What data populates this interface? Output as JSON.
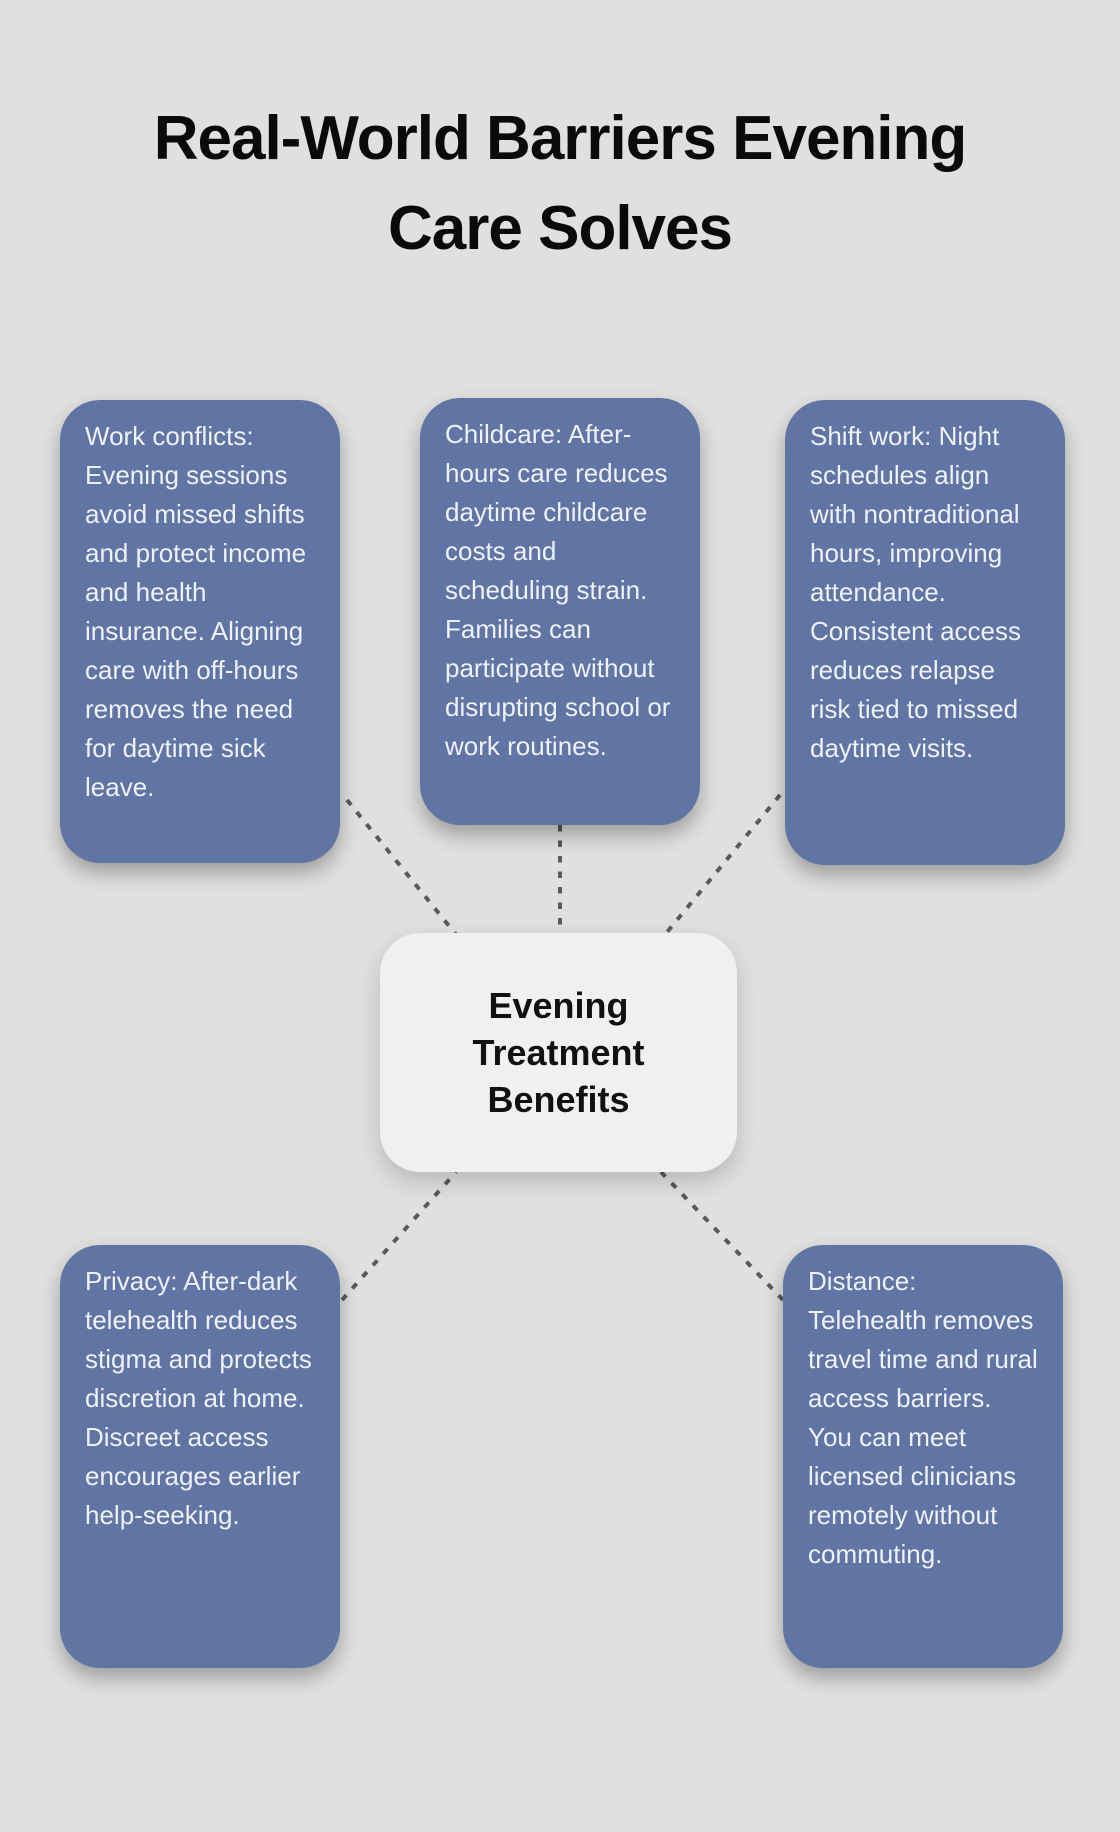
{
  "title": "Real-World Barriers Evening Care Solves",
  "center_node": {
    "label": "Evening Treatment Benefits"
  },
  "benefit_boxes": [
    {
      "id": "work-conflicts",
      "text": "Work conflicts: Evening sessions avoid missed shifts and protect income and health insurance. Aligning care with off-hours removes the need for daytime sick leave."
    },
    {
      "id": "childcare",
      "text": "Childcare: After-hours care reduces daytime childcare costs and scheduling strain. Families can participate without disrupting school or work routines."
    },
    {
      "id": "shift-work",
      "text": "Shift work: Night schedules align with nontraditional hours, improving attendance. Consistent access reduces relapse risk tied to missed daytime visits."
    },
    {
      "id": "privacy",
      "text": "Privacy: After-dark telehealth reduces stigma and protects discretion at home. Discreet access encourages earlier help-seeking."
    },
    {
      "id": "distance",
      "text": "Distance: Telehealth removes travel time and rural access barriers. You can meet licensed clinicians remotely without commuting."
    }
  ],
  "colors": {
    "background": "#e0e1df",
    "benefit_box_fill": "#6075a4",
    "benefit_box_text": "#eef1f7",
    "center_node_fill": "#f0f0f2",
    "center_node_text": "#111111",
    "connector_line": "#5a5a5a",
    "title_text": "#0a0a0a"
  }
}
